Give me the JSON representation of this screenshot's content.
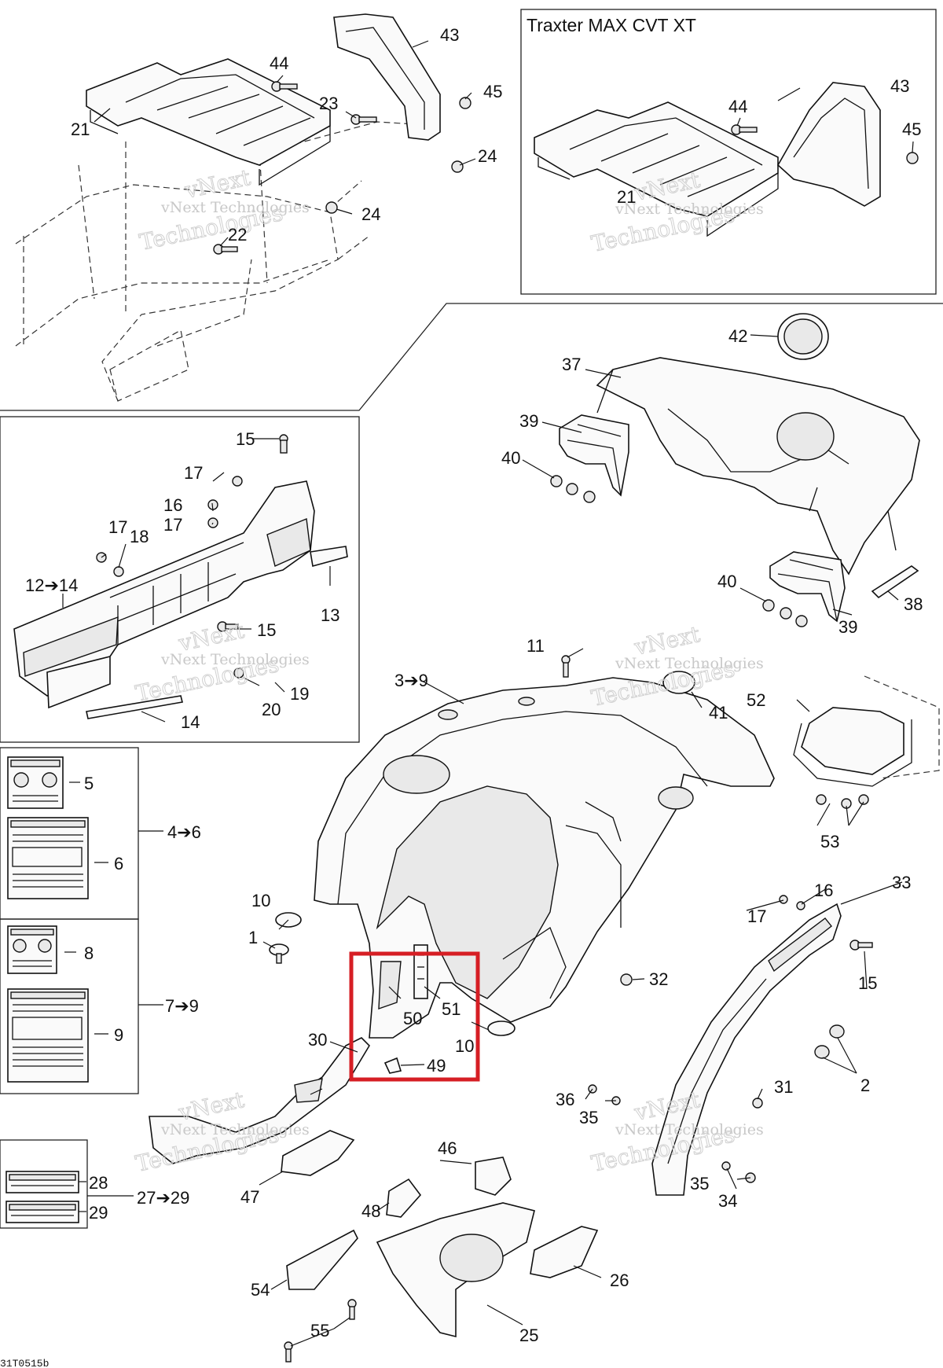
{
  "inset_title": "Traxter MAX CVT XT",
  "figure_code": "31T0515b",
  "watermark": {
    "line1": "vNext Technologies",
    "line2": "vNext",
    "line3": "Technologies"
  },
  "labels": {
    "n1": "1",
    "n2": "2",
    "n3to9": "3➔9",
    "n4to6": "4➔6",
    "n5": "5",
    "n6": "6",
    "n7to9": "7➔9",
    "n8": "8",
    "n9": "9",
    "n10a": "10",
    "n10b": "10",
    "n11": "11",
    "n12to14": "12➔14",
    "n13": "13",
    "n14": "14",
    "n15a": "15",
    "n15b": "15",
    "n15c": "15",
    "n16a": "16",
    "n16b": "16",
    "n17a": "17",
    "n17b": "17",
    "n17c": "17",
    "n17d": "17",
    "n18": "18",
    "n19": "19",
    "n20": "20",
    "n21a": "21",
    "n21b": "21",
    "n22": "22",
    "n23": "23",
    "n24a": "24",
    "n24b": "24",
    "n25": "25",
    "n26": "26",
    "n27to29": "27➔29",
    "n28": "28",
    "n29": "29",
    "n30": "30",
    "n31": "31",
    "n32": "32",
    "n33": "33",
    "n34": "34",
    "n35a": "35",
    "n35b": "35",
    "n36": "36",
    "n37": "37",
    "n38": "38",
    "n39a": "39",
    "n39b": "39",
    "n40a": "40",
    "n40b": "40",
    "n41": "41",
    "n42": "42",
    "n43a": "43",
    "n43b": "43",
    "n44a": "44",
    "n44b": "44",
    "n45a": "45",
    "n45b": "45",
    "n46": "46",
    "n47": "47",
    "n48": "48",
    "n49": "49",
    "n50": "50",
    "n51": "51",
    "n52": "52",
    "n53": "53",
    "n54": "54",
    "n55": "55"
  },
  "colors": {
    "highlight": "#d61e24",
    "line": "#111111",
    "watermark": "#c8c8c8"
  }
}
